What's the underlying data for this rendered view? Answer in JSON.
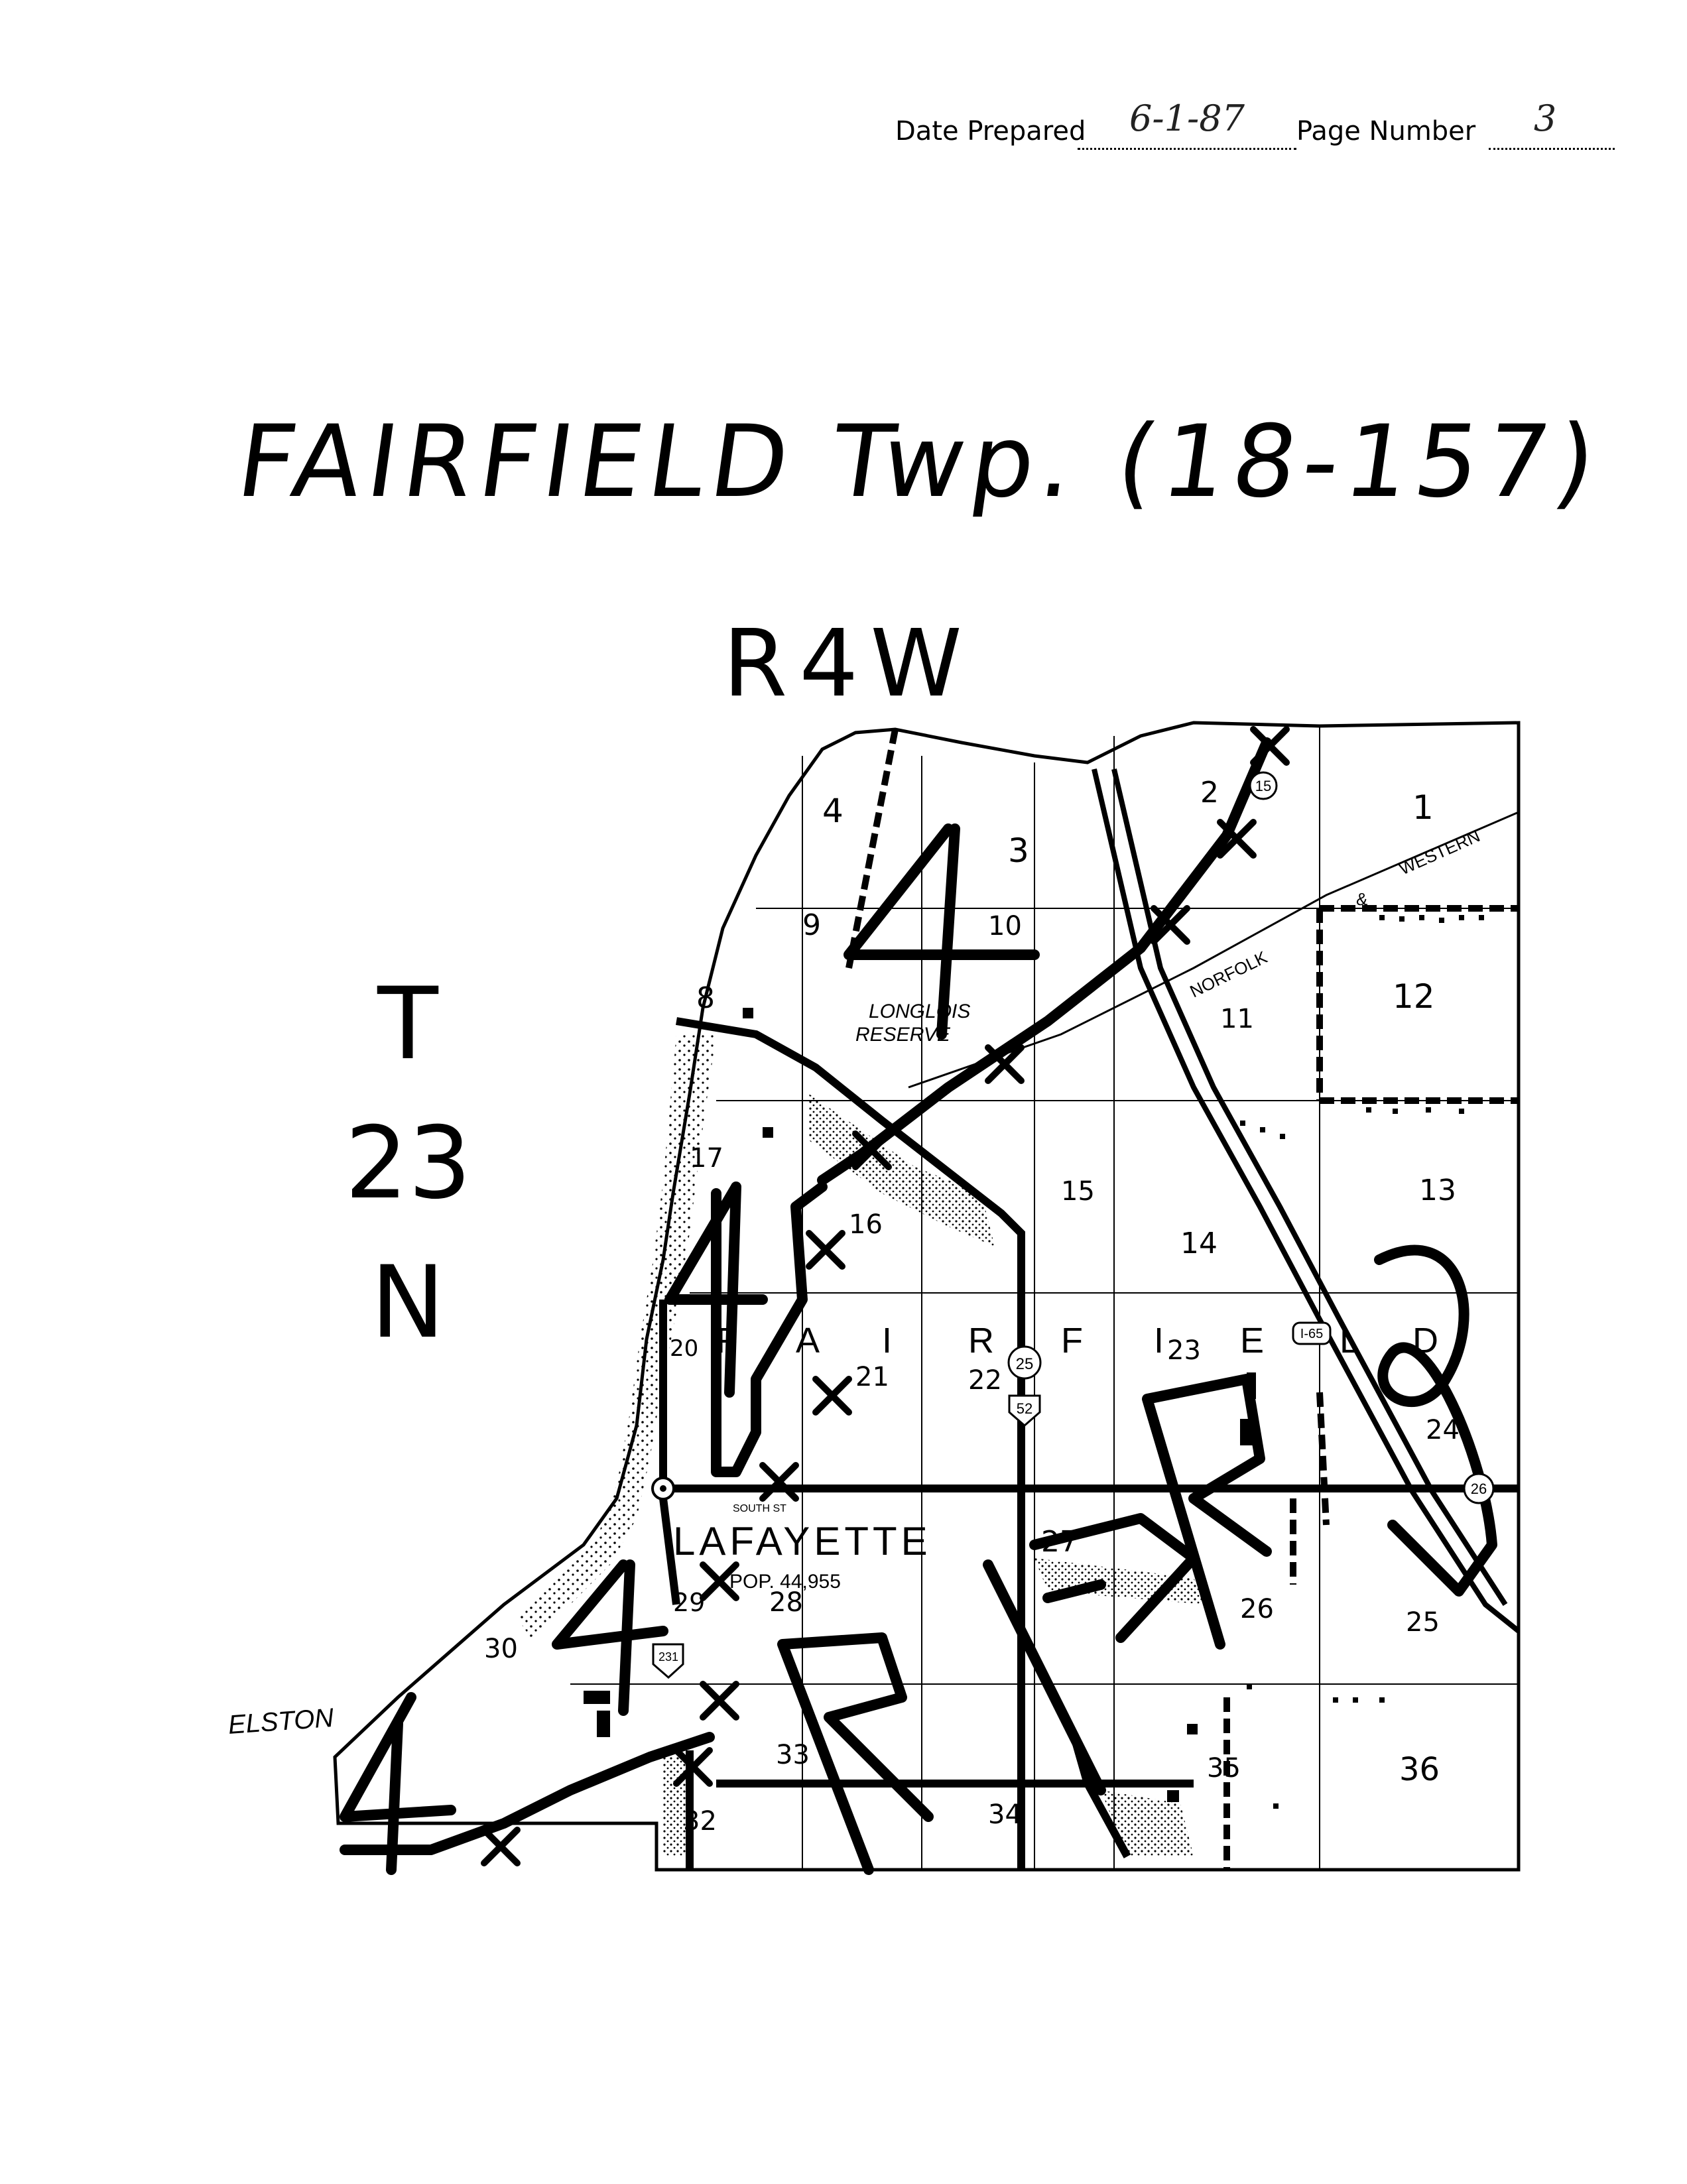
{
  "header": {
    "date_label": "Date Prepared",
    "date_value": "6-1-87",
    "page_label": "Page Number",
    "page_value": "3"
  },
  "title": "FAIRFIELD Twp. (18-157)",
  "range": "R4W",
  "township": {
    "t": "T",
    "num": "23",
    "n": "N"
  },
  "map": {
    "township_letters": [
      "F",
      "A",
      "I",
      "R",
      "F",
      "I",
      "E",
      "L",
      "D"
    ],
    "sections": [
      "1",
      "2",
      "3",
      "4",
      "8",
      "9",
      "10",
      "11",
      "12",
      "13",
      "14",
      "15",
      "16",
      "17",
      "20",
      "21",
      "22",
      "23",
      "24",
      "25",
      "26",
      "27",
      "28",
      "29",
      "30",
      "32",
      "33",
      "34",
      "35",
      "36"
    ],
    "place_names": {
      "city": "LAFAYETTE",
      "population": "POP. 44,955",
      "preserve_line1": "LONGLOIS",
      "preserve_line2": "RESERVE",
      "elston": "ELSTON",
      "south_st": "SOUTH ST",
      "railroad_norfolk": "NORFOLK",
      "railroad_amp": "&",
      "railroad_western": "WESTERN"
    },
    "routes": [
      "25",
      "52",
      "231",
      "15",
      "26",
      "I-65"
    ],
    "handwritten_marks": [
      "4",
      "4",
      "4",
      "R",
      "R",
      "R",
      "4"
    ]
  }
}
